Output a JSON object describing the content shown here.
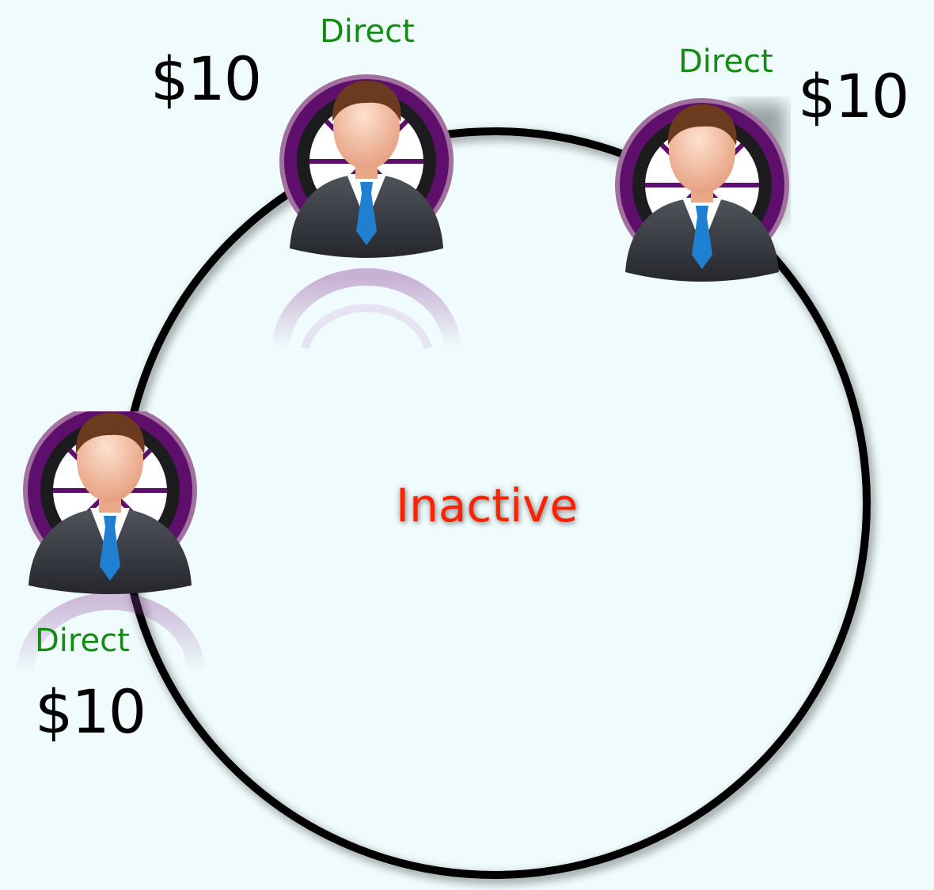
{
  "diagram": {
    "status_label": "Inactive",
    "members": [
      {
        "id": "member-top",
        "label": "Direct",
        "amount": "$10",
        "icon": "businessman-avatar-icon"
      },
      {
        "id": "member-right",
        "label": "Direct",
        "amount": "$10",
        "icon": "businessman-avatar-icon"
      },
      {
        "id": "member-left",
        "label": "Direct",
        "amount": "$10",
        "icon": "businessman-avatar-icon"
      }
    ]
  },
  "colors": {
    "background": "#effbfc",
    "ring": "#000000",
    "direct_label": "#158a15",
    "amount_text": "#000000",
    "status_text": "#ff2200",
    "avatar_ring": "#5e0f6b",
    "suit": "#3a3d44",
    "tie": "#1f7fd0",
    "skin": "#f3b596",
    "hair": "#6b3a1f"
  }
}
